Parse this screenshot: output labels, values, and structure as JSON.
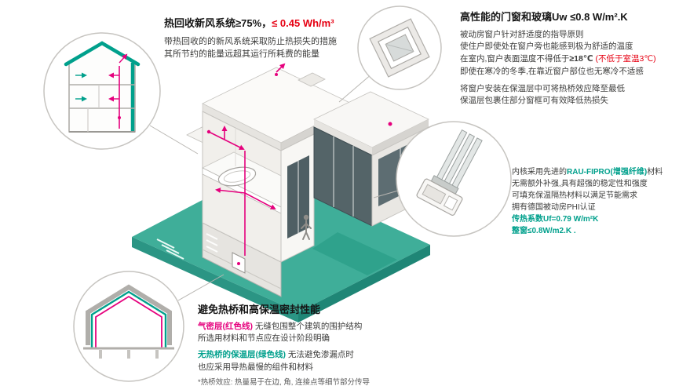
{
  "colors": {
    "teal": "#00A08C",
    "pink": "#E5007D",
    "red": "#E60012",
    "text": "#3C3C3B",
    "platform_teal": "#3FAE99"
  },
  "callout_hrv": {
    "title_main": "热回收新风系统≥75%，",
    "title_value": "≤ 0.45 Wh/m³",
    "line1": "带热回收的的新风系统采取防止热损失的措施",
    "line2": "其所节约的能量远超其运行所耗费的能量"
  },
  "callout_window": {
    "title": "高性能的门窗和玻璃Uw ≤0.8 W/m².K",
    "line1": "被动房窗户针对舒适度的指导原则",
    "line2": "使住户即使处在窗户旁也能感到极为舒适的温度",
    "line3_pre": "在室内,窗户表面温度不得低于",
    "line3_temp": "≥18℃",
    "line3_red": " (不低于室温3℃)",
    "line4": "即使在寒冷的冬季,在靠近窗户部位也无寒冷不适感",
    "line5": "将窗户安装在保温层中可将热桥效应降至最低",
    "line6": "保温层包裹住部分窗框可有效降低热损失"
  },
  "callout_profile": {
    "line1_pre": "内核采用先进的",
    "line1_teal": "RAU-FIPRO(增强纤维)",
    "line1_post": "材料",
    "line2": "无需额外补强,具有超强的稳定性和强度",
    "line3": "可填充保温隔热材料以满足节能需求",
    "line4": "拥有德国被动房PHI认证",
    "line5": "传热系数Uf=0.79 W/m²K",
    "line6": "整窗≤0.8W/m2.K ."
  },
  "callout_thermal": {
    "title": "避免热桥和高保温密封性能",
    "line1_pink": "气密层(红色线)",
    "line1_rest": " 无缝包围整个建筑的围护结构",
    "line2": "所选用材料和节点应在设计阶段明确",
    "line3_teal": "无热桥的保温层(绿色线)",
    "line3_rest": " 无法避免渗漏点时",
    "line4": "也应采用导热最慢的组件和材料",
    "footnote": "*热桥效应: 热量易于在边, 角, 连接点等细节部分传导"
  }
}
